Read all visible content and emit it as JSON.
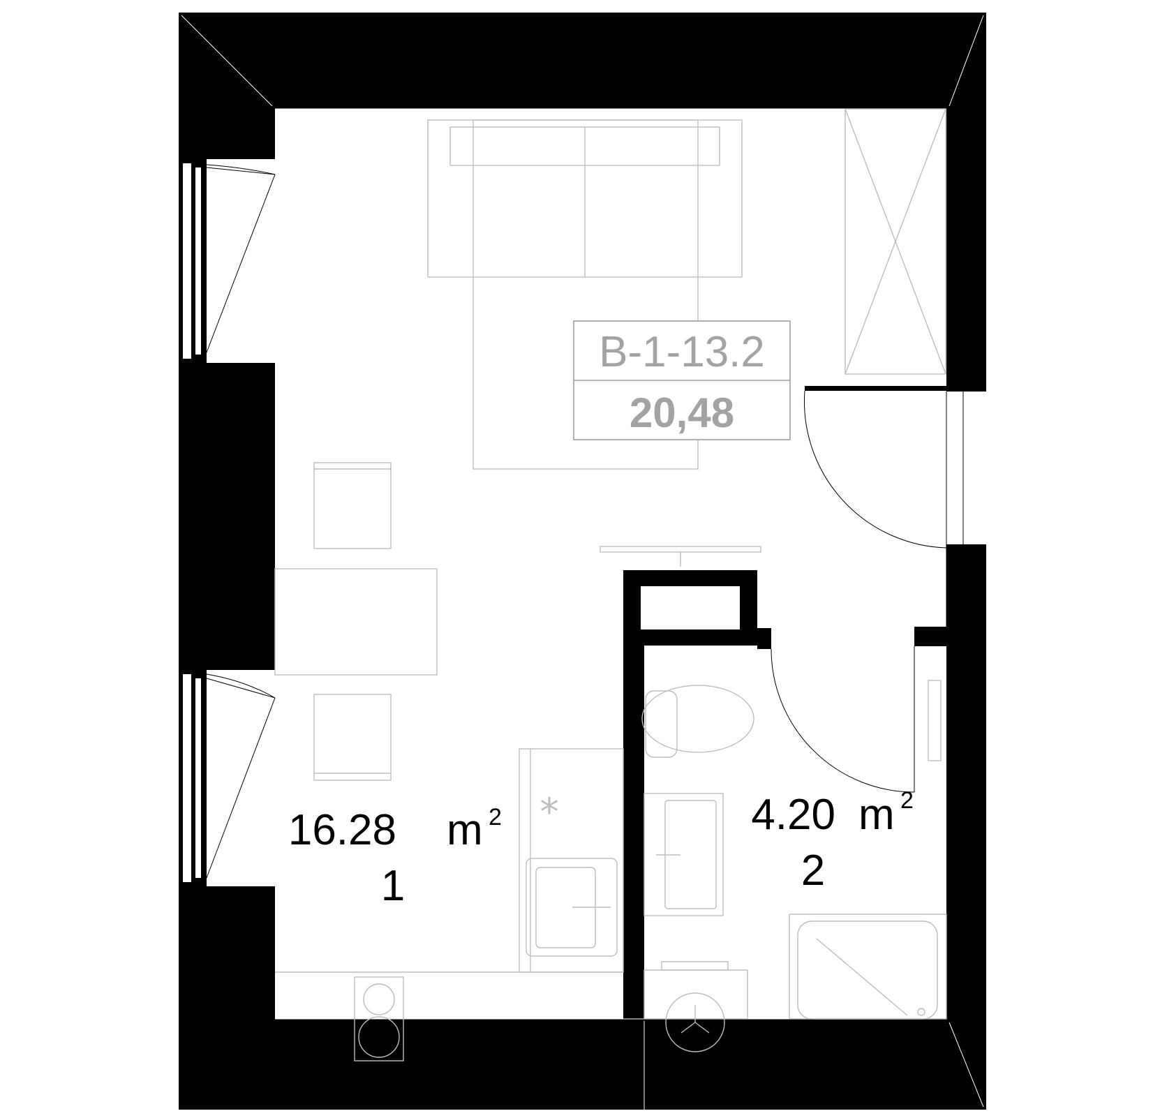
{
  "unit": {
    "id": "B-1-13.2",
    "total_area": "20,48"
  },
  "rooms": [
    {
      "area": "16.28",
      "unit": "m",
      "unit_exp": "2",
      "number": "1"
    },
    {
      "area": "4.20",
      "unit": "m",
      "unit_exp": "2",
      "number": "2"
    }
  ],
  "colors": {
    "wall": "#000000",
    "furniture": "#bdbdbd",
    "label": "#a3a3a3"
  },
  "icons": {
    "burner": "*"
  }
}
